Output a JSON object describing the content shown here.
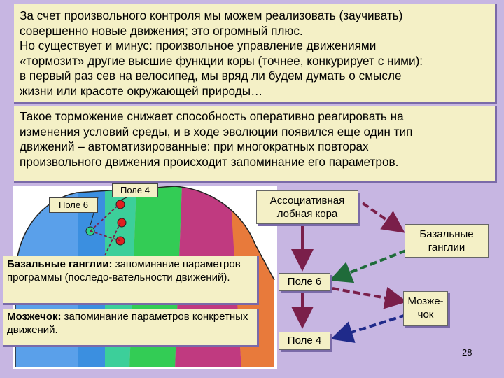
{
  "text_blocks": [
    "За счет произвольного контроля мы можем реализовать (заучивать)\nсовершенно новые движения; это огромный плюс.\nНо существует и минус: произвольное управление движениями\n«тормозит» другие высшие функции коры (точнее, конкурирует с ними):\nв первый раз сев на велосипед, мы вряд ли будем думать о смысле\nжизни или красоте окружающей природы…",
    "Такое торможение снижает способность оперативно реагировать на\nизменения условий среды, и в ходе эволюции появился еще один  тип\nдвижений – автоматизированные: при многократных повторах\nпроизвольного движения происходит запоминание его параметров."
  ],
  "brain_labels": {
    "field4": "Поле 4",
    "field6": "Поле 6"
  },
  "info_boxes": {
    "basal": {
      "term": "Базальные ганглии:",
      "text": " запоминание параметров программы (последо-вательности движений)."
    },
    "cerebellum": {
      "term": "Мозжечок:",
      "text": " запоминание параметров конкретных движений."
    }
  },
  "diagram_nodes": {
    "assoc": "Ассоциативная лобная кора",
    "basal": "Базальные ганглии",
    "field6": "Поле 6",
    "cerebellum": "Мозже-чок",
    "field4": "Поле 4"
  },
  "page_number": "28",
  "colors": {
    "background": "#c7b6e2",
    "textbox": "#f4f0c6",
    "arrow_solid": "#7a1f4a",
    "arrow_green": "#1f6b3a",
    "arrow_blue": "#1f2a8a",
    "field4_zone": "#3b8fe0",
    "field6_zone": "#3ccf9a",
    "premotor_zone": "#33cc55",
    "prefrontal_zone": "#c03a80",
    "frontal_pole": "#e87a3b"
  }
}
